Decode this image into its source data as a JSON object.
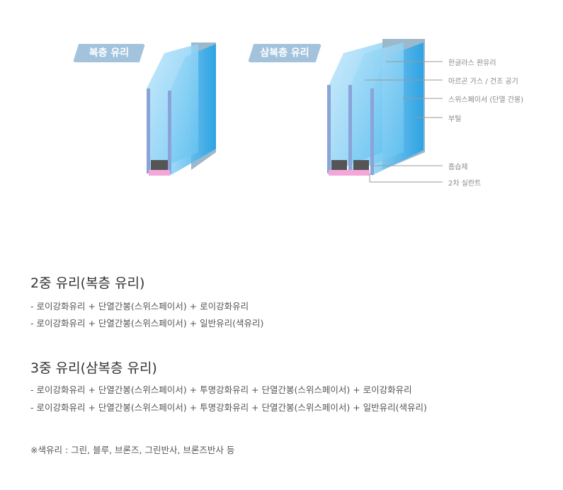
{
  "diagram": {
    "double_label": "복층 유리",
    "triple_label": "삼복층 유리",
    "callouts": [
      "한글라스 판유리",
      "아르곤 가스 / 건조 공기",
      "스위스페이서 (단열 간봉)",
      "부틸",
      "흡습제",
      "2차 실란트"
    ]
  },
  "sections": [
    {
      "title": "2중 유리(복층 유리)",
      "lines": [
        "- 로이강화유리 + 단열간봉(스위스페이서) + 로이강화유리",
        "- 로이강화유리 + 단열간봉(스위스페이서) + 일반유리(색유리)"
      ]
    },
    {
      "title": "3중 유리(삼복층 유리)",
      "lines": [
        "- 로이강화유리 + 단열간봉(스위스페이서) + 투명강화유리 + 단열간봉(스위스페이서) + 로이강화유리",
        "- 로이강화유리 + 단열간봉(스위스페이서) + 투명강화유리 + 단열간봉(스위스페이서) + 일반유리(색유리)"
      ]
    }
  ],
  "note": "※색유리 : 그린, 블루, 브론즈, 그린반사, 브론즈반사 등"
}
